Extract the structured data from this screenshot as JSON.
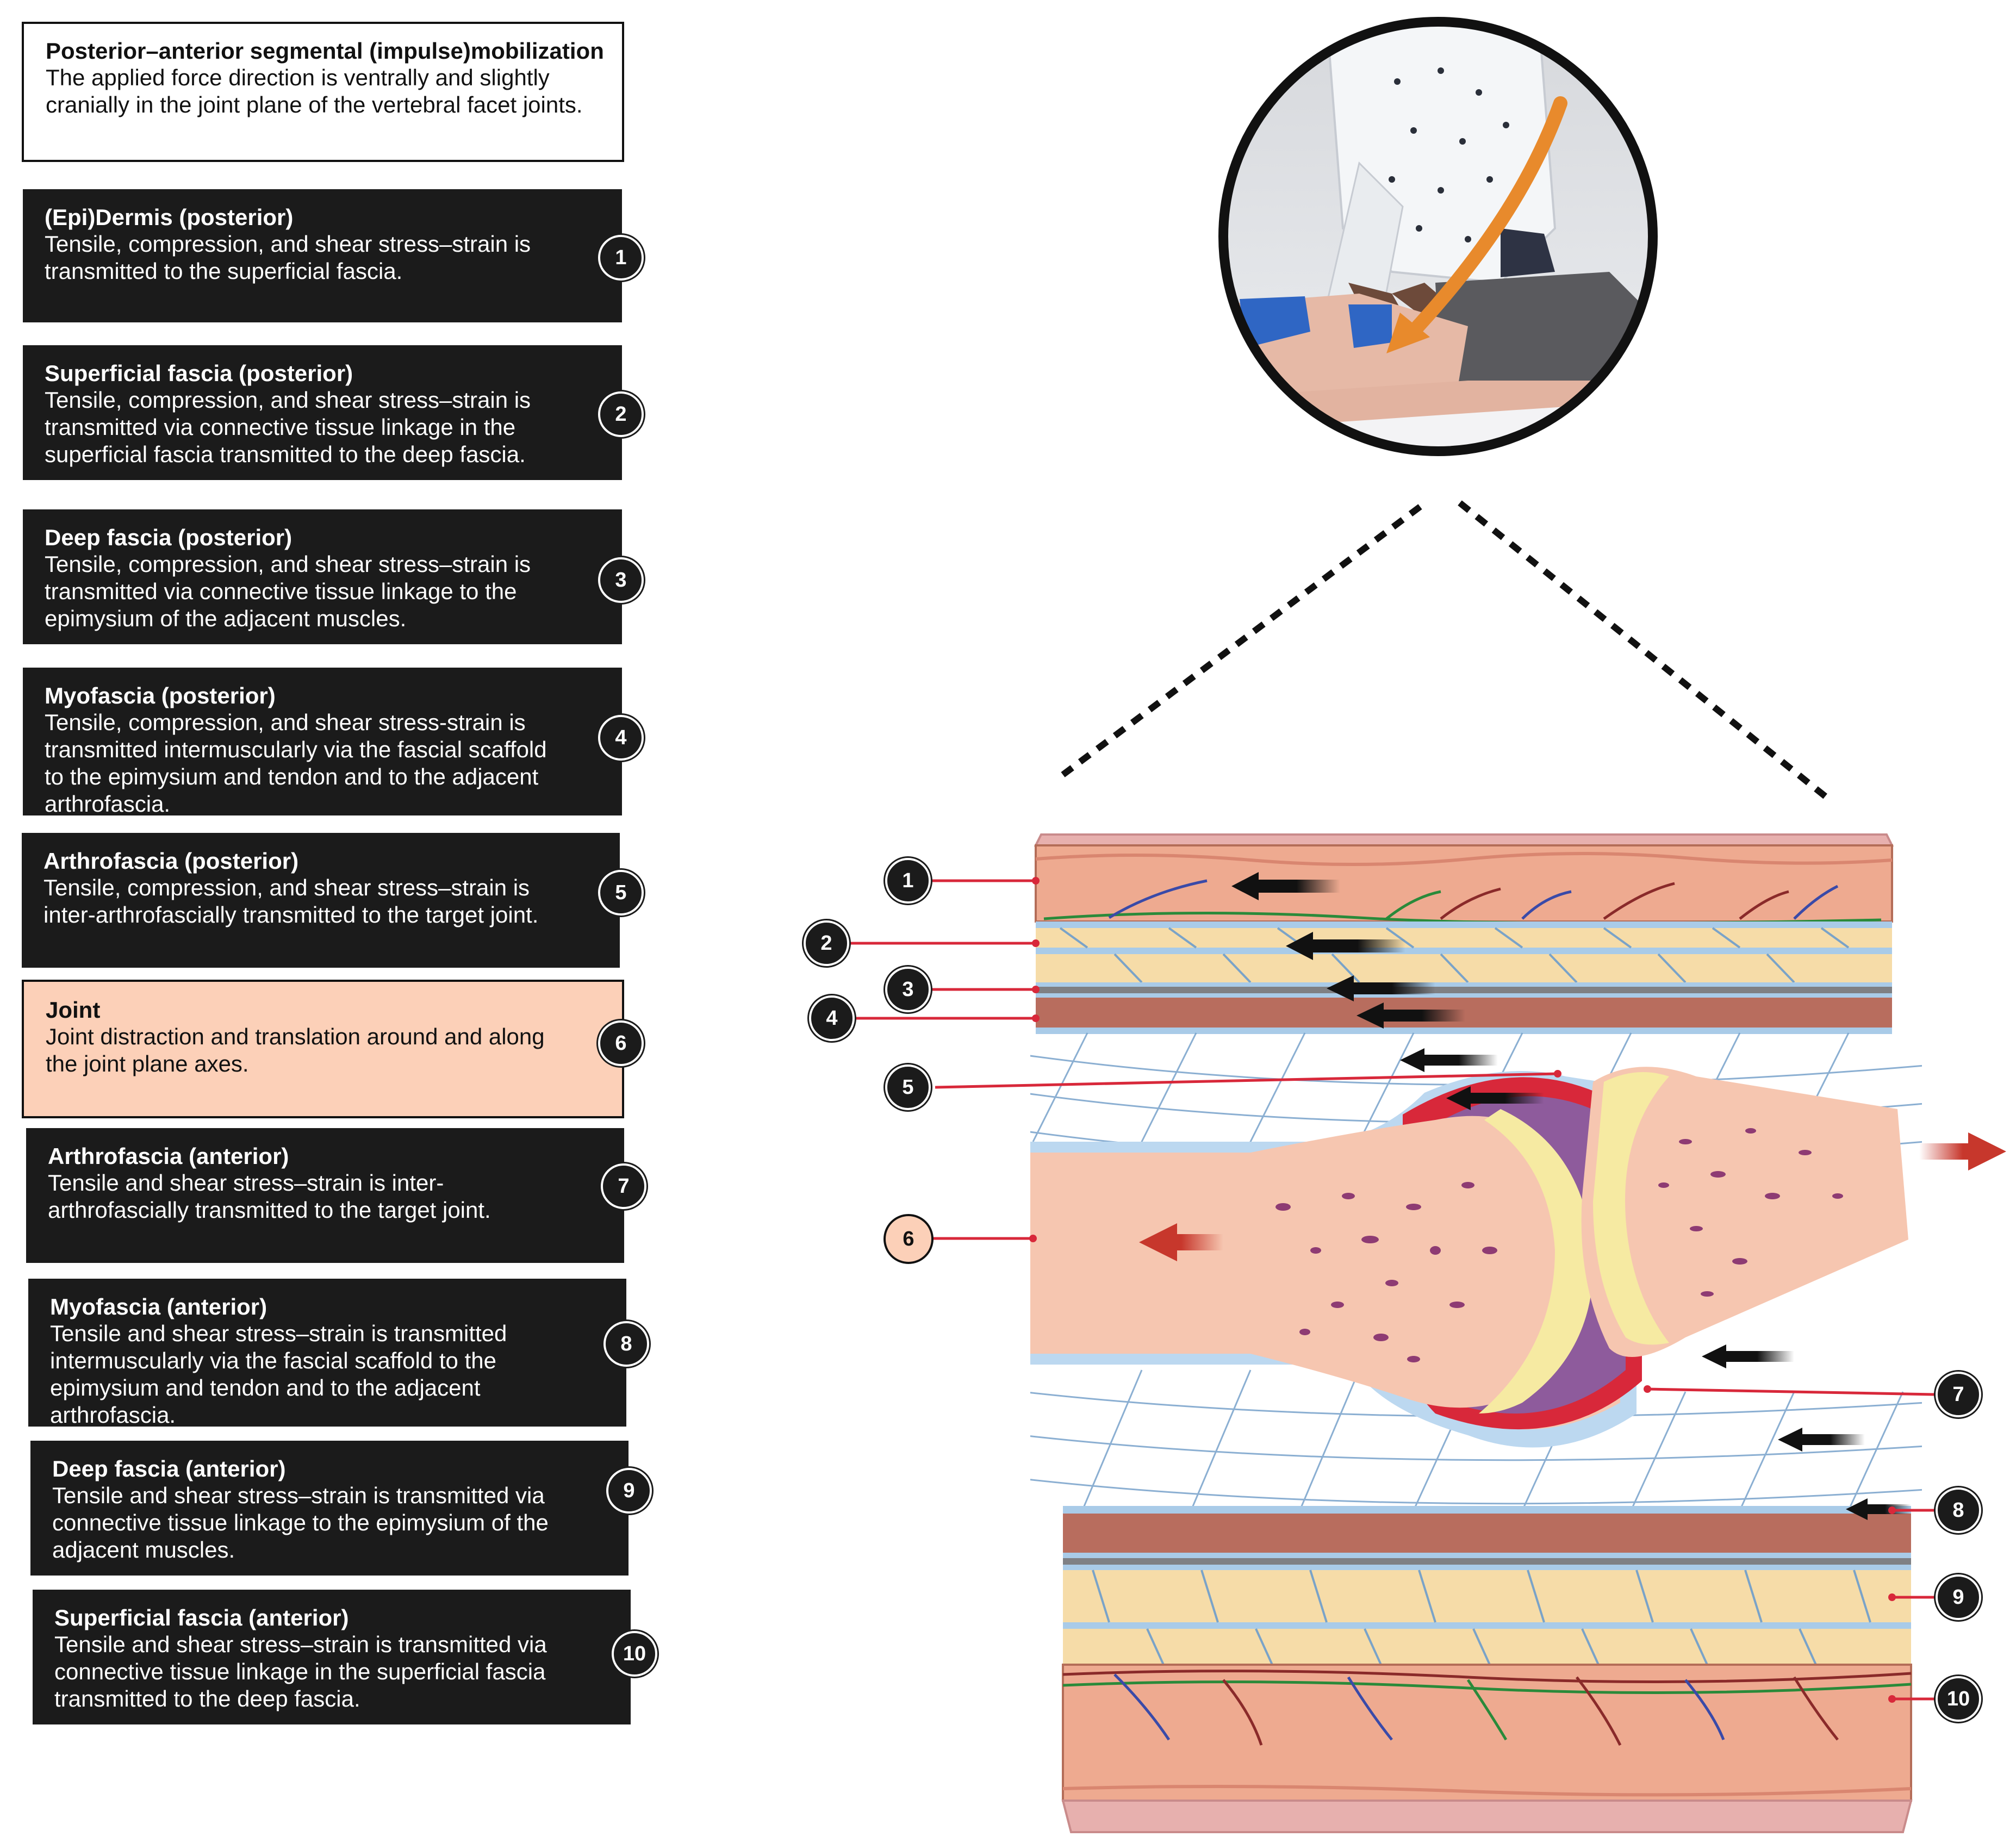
{
  "header": {
    "title": "Posterior–anterior segmental (impulse)mobilization",
    "desc": "The applied force direction is ventrally and slightly\ncranially in the joint plane of the vertebral facet joints."
  },
  "layers": [
    {
      "num": "1",
      "title": "(Epi)Dermis (posterior)",
      "desc": "Tensile, compression, and shear stress–strain is\ntransmitted to the superficial fascia."
    },
    {
      "num": "2",
      "title": "Superficial fascia (posterior)",
      "desc": "Tensile, compression, and shear stress–strain is\ntransmitted via connective tissue linkage in the\nsuperficial fascia transmitted to the deep fascia."
    },
    {
      "num": "3",
      "title": "Deep fascia (posterior)",
      "desc": "Tensile, compression, and shear stress–strain is\ntransmitted via connective tissue linkage to the\nepimysium of the adjacent muscles."
    },
    {
      "num": "4",
      "title": "Myofascia (posterior)",
      "desc": "Tensile, compression, and shear stress-strain is\ntransmitted intermuscularly via the fascial scaffold\nto the epimysium and tendon and to the adjacent\narthrofascia."
    },
    {
      "num": "5",
      "title": "Arthrofascia (posterior)",
      "desc": "Tensile, compression, and shear stress–strain is\ninter-arthrofascially transmitted to the target joint."
    },
    {
      "num": "6",
      "title": "Joint",
      "desc": "Joint distraction and translation around and along\nthe joint plane axes."
    },
    {
      "num": "7",
      "title": "Arthrofascia (anterior)",
      "desc": "Tensile and shear stress–strain is inter-\narthrofascially transmitted to the target joint."
    },
    {
      "num": "8",
      "title": "Myofascia (anterior)",
      "desc": "Tensile and shear stress–strain is transmitted\nintermuscularly via the fascial scaffold to the\nepimysium and tendon and to the adjacent\narthrofascia."
    },
    {
      "num": "9",
      "title": "Deep fascia  (anterior)",
      "desc": "Tensile and shear stress–strain is transmitted via\nconnective tissue linkage to the epimysium of the\nadjacent muscles."
    },
    {
      "num": "10",
      "title": "Superficial fascia  (anterior)",
      "desc": "Tensile and shear stress–strain is transmitted via\nconnective tissue linkage in the superficial fascia\ntransmitted to the deep fascia."
    }
  ],
  "diagram_labels": [
    "1",
    "2",
    "3",
    "4",
    "5",
    "6",
    "7",
    "8",
    "9",
    "10"
  ],
  "colors": {
    "box_dark": "#1b1b1b",
    "joint_fill": "#fcd0b8",
    "skin": "#eeaa90",
    "fat": "#f6dca8",
    "fascia_blue": "#a9cbe8",
    "muscle": "#b86d5e",
    "bone": "#f6c6b0",
    "cartilage": "#f6eaa2",
    "capsule_red": "#d8283a",
    "synovium_purple": "#8e5b9c",
    "arrow_red": "#c7372c",
    "force_arrow": "#e88a2c"
  },
  "icons": [
    "force-arrow-icon",
    "tissue-shift-arrow-icon",
    "distraction-arrow-icon"
  ]
}
